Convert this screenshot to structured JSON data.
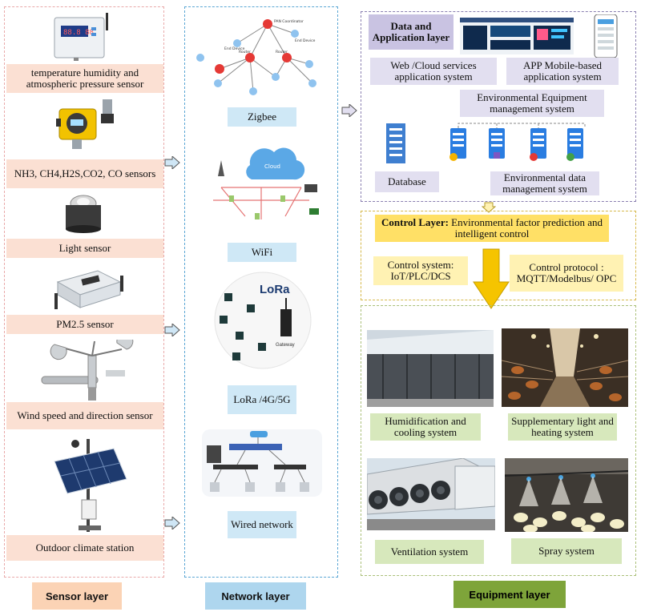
{
  "sensor_layer": {
    "footer": "Sensor layer",
    "items": [
      {
        "label": "temperature humidity and atmospheric pressure sensor",
        "icon": "thermo-hygrometer-icon"
      },
      {
        "label": "NH3, CH4,H2S,CO2, CO sensors",
        "icon": "gas-detector-icon"
      },
      {
        "label": "Light sensor",
        "icon": "light-sensor-icon"
      },
      {
        "label": "PM2.5 sensor",
        "icon": "pm25-sensor-icon"
      },
      {
        "label": "Wind speed and direction sensor",
        "icon": "anemometer-icon"
      },
      {
        "label": "Outdoor climate station",
        "icon": "weather-station-icon"
      }
    ]
  },
  "network_layer": {
    "footer": "Network layer",
    "items": [
      {
        "label": "Zigbee"
      },
      {
        "label": "WiFi"
      },
      {
        "label": "LoRa /4G/5G"
      },
      {
        "label": "Wired network"
      }
    ],
    "zigbee_diagram": {
      "coordinator": "PAN Coordinator",
      "router": "Router",
      "end_device": "End Device"
    },
    "wifi_diagram": {
      "cloud": "Cloud"
    },
    "lora_diagram": {
      "logo": "LoRa",
      "gateway": "Gateway"
    }
  },
  "application_layer": {
    "title": "Data and Application layer",
    "web_cloud": "Web /Cloud services application system",
    "app_mobile": "APP Mobile-based application system",
    "env_equipment": "Environmental Equipment management system",
    "database": "Database",
    "env_data": "Environmental data management system"
  },
  "control_layer": {
    "title_bold": "Control Layer:",
    "title_rest": " Environmental factor prediction and intelligent control",
    "control_system": "Control system: IoT/PLC/DCS",
    "control_protocol": "Control protocol : MQTT/Modelbus/ OPC"
  },
  "equipment_layer": {
    "footer": "Equipment  layer",
    "items": [
      {
        "label": "Humidification and cooling system"
      },
      {
        "label": "Supplementary light and heating system"
      },
      {
        "label": "Ventilation system"
      },
      {
        "label": "Spray system"
      }
    ]
  },
  "colors": {
    "sensor": "#fbe0d3",
    "network": "#cfe8f6",
    "application": "#e2dff0",
    "control": "#fff2b3",
    "equipment": "#d7e8bc",
    "control_arrow": "#f5c400"
  }
}
